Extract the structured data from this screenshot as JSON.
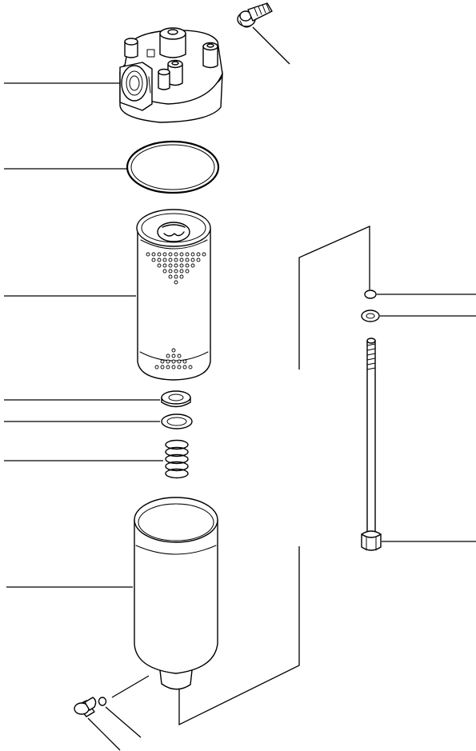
{
  "diagram": {
    "parts": [
      {
        "id": "filter-head",
        "icon": "filter-head-icon"
      },
      {
        "id": "mounting-bolt",
        "icon": "bolt-icon"
      },
      {
        "id": "o-ring-large",
        "icon": "o-ring-icon"
      },
      {
        "id": "filter-element",
        "icon": "filter-element-icon"
      },
      {
        "id": "seal-ring",
        "icon": "seal-icon"
      },
      {
        "id": "washer",
        "icon": "washer-icon"
      },
      {
        "id": "spring",
        "icon": "spring-icon"
      },
      {
        "id": "filter-bowl",
        "icon": "filter-bowl-icon"
      },
      {
        "id": "drain-plug",
        "icon": "drain-plug-icon"
      },
      {
        "id": "small-o-ring",
        "icon": "o-ring-icon"
      },
      {
        "id": "center-bolt-o-ring",
        "icon": "o-ring-icon"
      },
      {
        "id": "center-bolt-washer",
        "icon": "washer-icon"
      },
      {
        "id": "center-bolt",
        "icon": "long-bolt-icon"
      }
    ],
    "colors": {
      "line": "#000000",
      "background": "#ffffff"
    }
  }
}
